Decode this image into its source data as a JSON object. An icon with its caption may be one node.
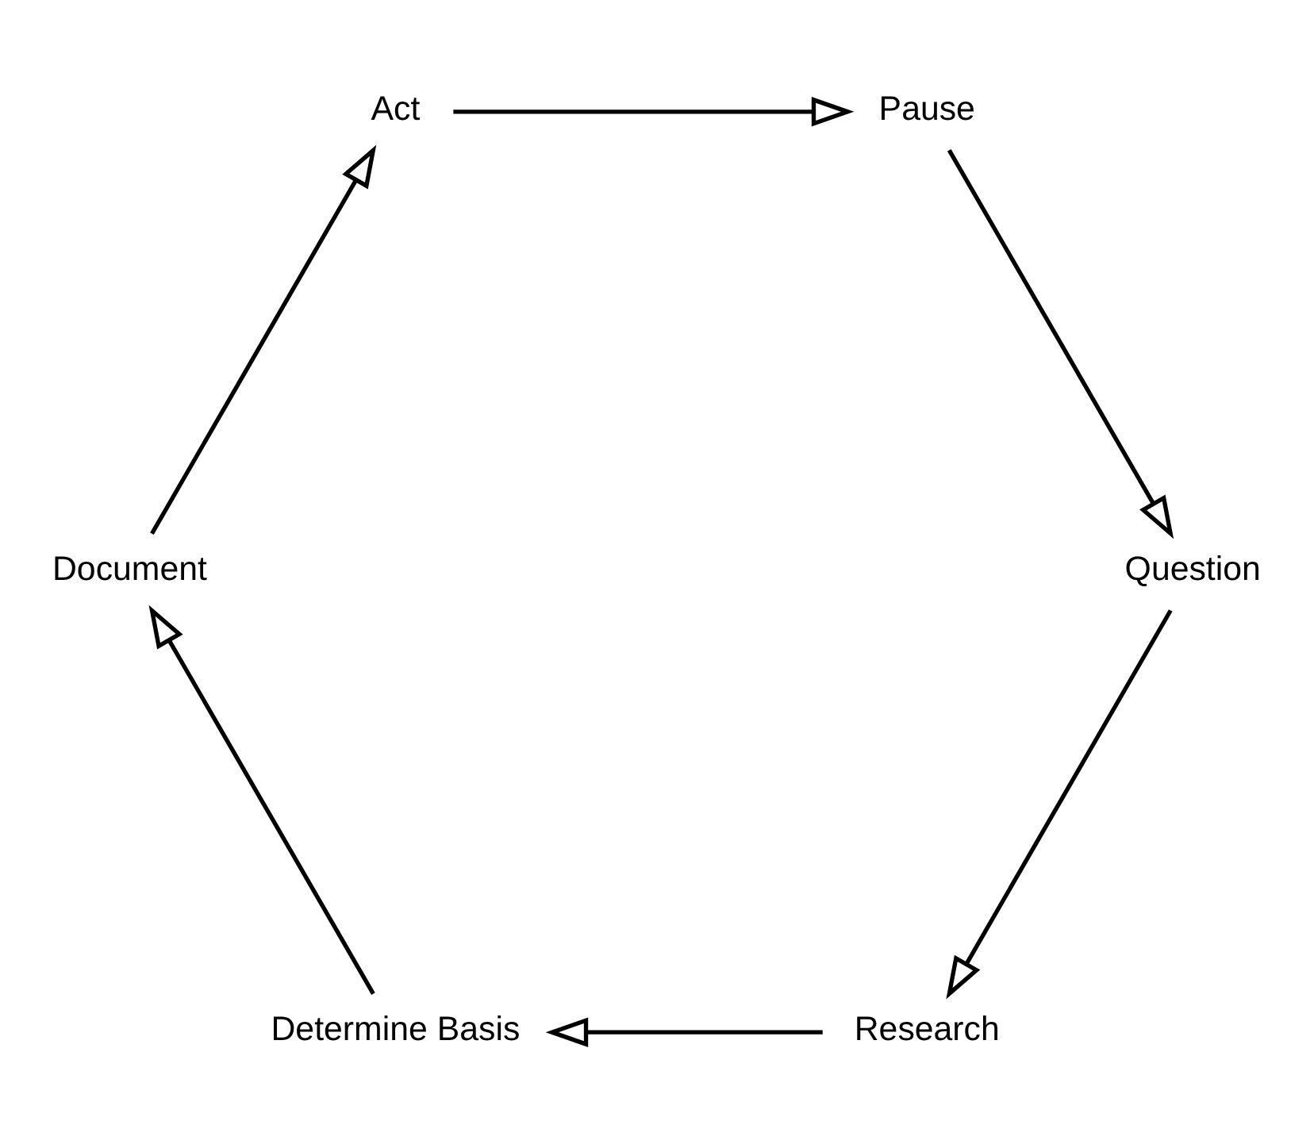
{
  "diagram": {
    "nodes": [
      {
        "text": [
          "Act"
        ]
      },
      {
        "text": [
          "Pause"
        ]
      },
      {
        "text": [
          "Question"
        ]
      },
      {
        "text": [
          "Research"
        ]
      },
      {
        "text": [
          "Determine Basis"
        ]
      },
      {
        "text": [
          "Document"
        ]
      }
    ],
    "edges": [
      {
        "from": 0,
        "to": 1,
        "arrow": "to"
      },
      {
        "from": 1,
        "to": 2,
        "arrow": "to"
      },
      {
        "from": 2,
        "to": 3,
        "arrow": "to"
      },
      {
        "from": 3,
        "to": 4,
        "arrow": "to"
      },
      {
        "from": 4,
        "to": 5,
        "arrow": "to"
      },
      {
        "from": 5,
        "to": 0,
        "arrow": "to"
      }
    ]
  }
}
